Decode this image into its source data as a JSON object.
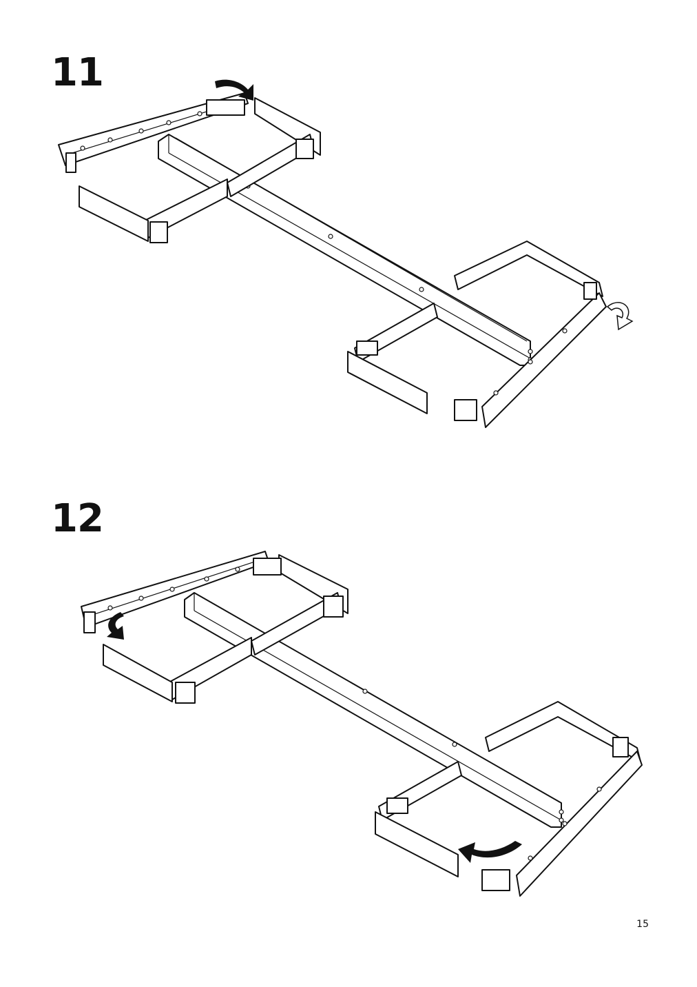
{
  "steps": [
    {
      "number": "11"
    },
    {
      "number": "12"
    }
  ],
  "page_number": "15"
}
